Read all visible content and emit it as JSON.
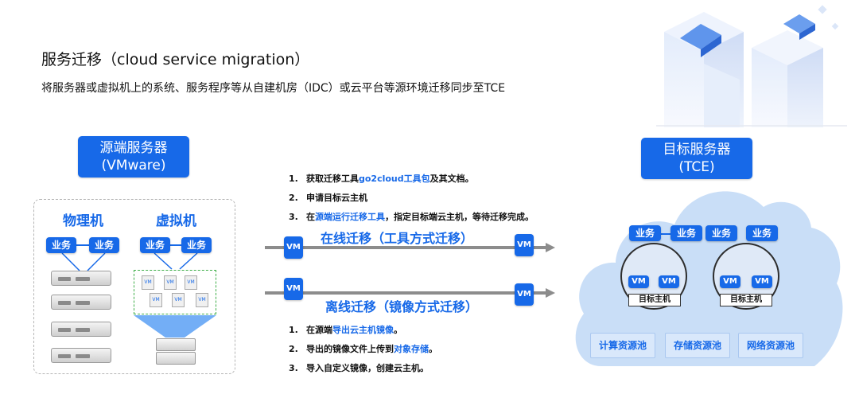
{
  "header": {
    "title": "服务迁移（cloud service migration）",
    "subtitle": "将服务器或虚拟机上的系统、服务程序等从自建机房（IDC）或云平台等源环境迁移同步至TCE"
  },
  "source": {
    "badge_line1": "源端服务器",
    "badge_line2": "(VMware)",
    "physical_title": "物理机",
    "virtual_title": "虚拟机",
    "biz_label": "业务",
    "mini_vm_label": "VM"
  },
  "target": {
    "badge_line1": "目标服务器",
    "badge_line2": "(TCE)",
    "biz_label": "业务",
    "vm_label": "VM",
    "host_label": "目标主机",
    "pools": [
      "计算资源池",
      "存储资源池",
      "网络资源池"
    ]
  },
  "migration": {
    "vm_label": "VM",
    "online_label": "在线迁移（工具方式迁移）",
    "offline_label": "离线迁移（镜像方式迁移）",
    "online_steps": [
      {
        "num": "1.",
        "pre": "获取迁移工具",
        "hl": "go2cloud工具包",
        "post": "及其文档。"
      },
      {
        "num": "2.",
        "pre": "申请目标云主机",
        "hl": "",
        "post": ""
      },
      {
        "num": "3.",
        "pre": "在",
        "hl": "源端运行迁移工具",
        "post": "，指定目标端云主机，等待迁移完成。"
      }
    ],
    "offline_steps": [
      {
        "num": "1.",
        "pre": "在源端",
        "hl": "导出云主机镜像",
        "post": "。"
      },
      {
        "num": "2.",
        "pre": "导出的镜像文件上传到",
        "hl": "对象存储",
        "post": "。"
      },
      {
        "num": "3.",
        "pre": "导入自定义镜像，创建云主机。",
        "hl": "",
        "post": ""
      }
    ]
  },
  "colors": {
    "accent": "#1769e8",
    "cloud": "#c9def7",
    "pool_bg": "#d9e8fb",
    "arrow": "#8c8c8c",
    "vm_dashed": "#3fae49"
  }
}
